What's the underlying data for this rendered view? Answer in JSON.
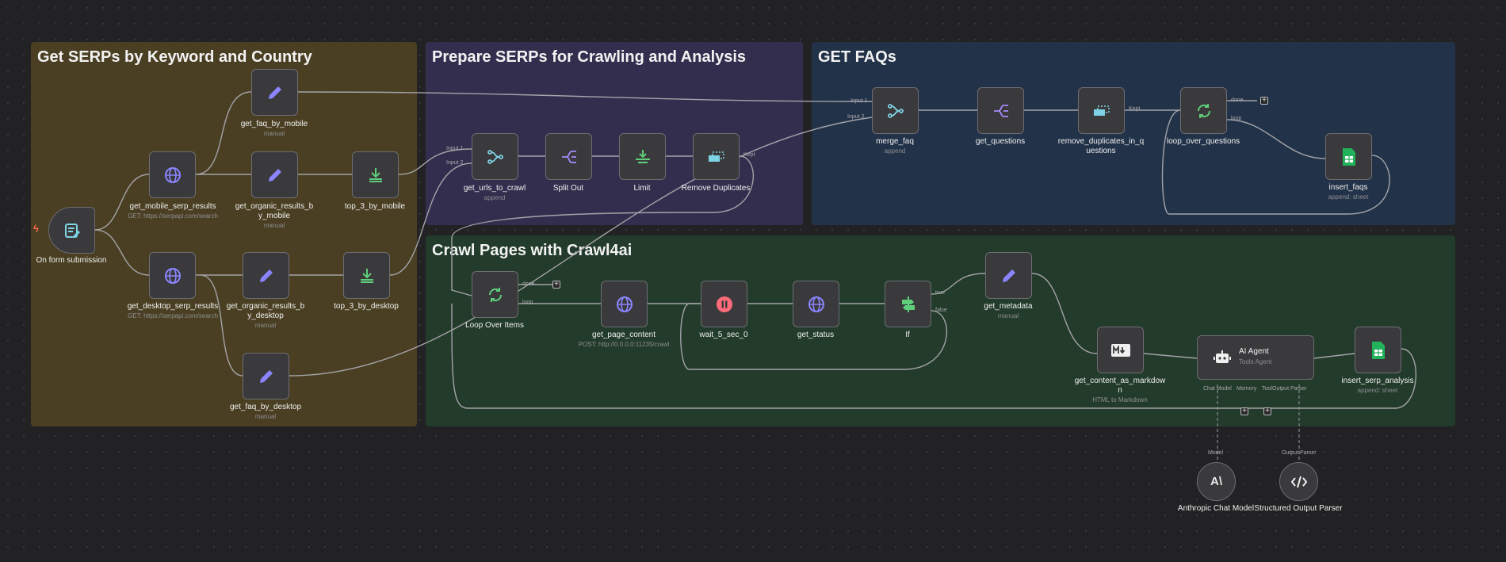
{
  "groups": {
    "serps": {
      "title": "Get SERPs by Keyword and Country",
      "color": "#4a3f22"
    },
    "prepare": {
      "title": "Prepare SERPs for Crawling and Analysis",
      "color": "#342e4e"
    },
    "faqs": {
      "title": "GET FAQs",
      "color": "#223249"
    },
    "crawl": {
      "title": "Crawl Pages with Crawl4ai",
      "color": "#223b2a"
    }
  },
  "nodes": {
    "form": {
      "label": "On form submission",
      "sub": "",
      "icon": "form-icon"
    },
    "mobile_serp": {
      "label": "get_mobile_serp_results",
      "sub": "GET: https://serpapi.com/search",
      "icon": "globe-icon"
    },
    "desktop_serp": {
      "label": "get_desktop_serp_results",
      "sub": "GET: https://serpapi.com/search",
      "icon": "globe-icon"
    },
    "faq_mobile": {
      "label": "get_faq_by_mobile",
      "sub": "manual",
      "icon": "pencil-icon"
    },
    "organic_mobile": {
      "label": "get_organic_results_by_mobile",
      "sub": "manual",
      "icon": "pencil-icon"
    },
    "top3_mobile": {
      "label": "top_3_by_mobile",
      "sub": "",
      "icon": "download-icon"
    },
    "organic_desktop": {
      "label": "get_organic_results_by_desktop",
      "sub": "manual",
      "icon": "pencil-icon"
    },
    "top3_desktop": {
      "label": "top_3_by_desktop",
      "sub": "",
      "icon": "download-icon"
    },
    "faq_desktop": {
      "label": "get_faq_by_desktop",
      "sub": "manual",
      "icon": "pencil-icon"
    },
    "urls_to_crawl": {
      "label": "get_urls_to_crawl",
      "sub": "append",
      "icon": "merge-icon"
    },
    "split_out": {
      "label": "Split Out",
      "sub": "",
      "icon": "split-icon"
    },
    "limit": {
      "label": "Limit",
      "sub": "",
      "icon": "limit-icon"
    },
    "remove_dups": {
      "label": "Remove Duplicates",
      "sub": "",
      "icon": "dedupe-icon"
    },
    "merge_faq": {
      "label": "merge_faq",
      "sub": "append",
      "icon": "merge-icon"
    },
    "get_questions": {
      "label": "get_questions",
      "sub": "",
      "icon": "split-icon"
    },
    "remove_dups_q": {
      "label": "remove_duplicates_in_questions",
      "sub": "",
      "icon": "dedupe-icon"
    },
    "loop_questions": {
      "label": "loop_over_questions",
      "sub": "",
      "icon": "loop-icon"
    },
    "insert_faqs": {
      "label": "insert_faqs",
      "sub": "append: sheet",
      "icon": "sheets-icon"
    },
    "loop_items": {
      "label": "Loop Over Items",
      "sub": "",
      "icon": "loop-icon"
    },
    "page_content": {
      "label": "get_page_content",
      "sub": "POST: http://0.0.0.0:11235/crawl",
      "icon": "globe-icon"
    },
    "wait": {
      "label": "wait_5_sec_0",
      "sub": "",
      "icon": "pause-icon"
    },
    "get_status": {
      "label": "get_status",
      "sub": "",
      "icon": "globe-icon"
    },
    "if": {
      "label": "If",
      "sub": "",
      "icon": "if-icon"
    },
    "metadata": {
      "label": "get_metadata",
      "sub": "manual",
      "icon": "pencil-icon"
    },
    "markdown": {
      "label": "get_content_as_markdown",
      "sub": "HTML to Markdown",
      "icon": "markdown-icon"
    },
    "ai_agent": {
      "label": "AI Agent",
      "sub": "Tools Agent",
      "icon": "robot-icon"
    },
    "insert_serp": {
      "label": "insert_serp_analysis",
      "sub": "append: sheet",
      "icon": "sheets-icon"
    },
    "anthropic": {
      "label": "Anthropic Chat Model",
      "sub": "",
      "icon": "anthropic-icon"
    },
    "parser": {
      "label": "Structured Output Parser",
      "sub": "",
      "icon": "code-icon"
    }
  },
  "ports": {
    "input1": "Input 1",
    "input2": "Input 2",
    "kept": "Kept",
    "done": "done",
    "loop": "loop",
    "true": "true",
    "false": "false",
    "chat_model": "Chat Model",
    "memory": "Memory",
    "tool": "Tool",
    "output_parser": "Output Parser",
    "model": "Model",
    "output_parser_top": "Output Parser"
  },
  "colors": {
    "globe": "#8a85ff",
    "pencil": "#8a85ff",
    "download": "#5fce7a",
    "merge": "#7fd3e6",
    "split": "#a58cff",
    "limit": "#5fce7a",
    "dedupe": "#7fd3e6",
    "loop": "#5fce7a",
    "sheets": "#22b25a",
    "pause": "#ff6b7a",
    "if": "#5fce7a",
    "form": "#7fd3e6",
    "trigger": "#ff6b4a"
  }
}
